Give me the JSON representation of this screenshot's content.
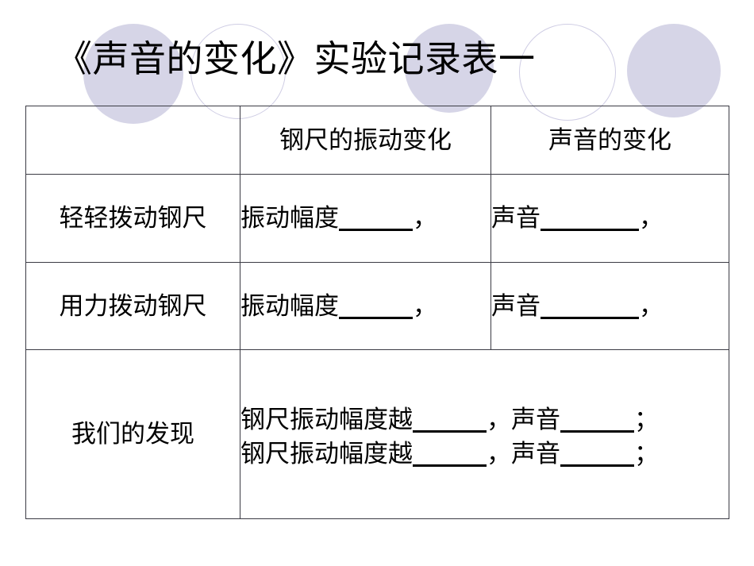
{
  "slide": {
    "title": "《声音的变化》实验记录表一",
    "background_color": "#ffffff",
    "accent_color": "#d6d5e7",
    "outline_color": "#cfcde4",
    "text_color": "#000000",
    "border_color": "#3b3b44"
  },
  "decorations": {
    "circles": [
      {
        "name": "circle-1",
        "style": "filled"
      },
      {
        "name": "circle-2",
        "style": "outline"
      },
      {
        "name": "circle-3",
        "style": "filled"
      },
      {
        "name": "circle-4",
        "style": "outline"
      },
      {
        "name": "circle-5",
        "style": "filled"
      }
    ]
  },
  "table": {
    "columns": [
      "",
      "钢尺的振动变化",
      "声音的变化"
    ],
    "rows": [
      {
        "label": "轻轻拨动钢尺",
        "cell_b_prefix": "振动幅度",
        "cell_b_blank": "　　　",
        "cell_b_suffix": "，",
        "cell_c_prefix": "声音",
        "cell_c_blank": "　　　　",
        "cell_c_suffix": "，"
      },
      {
        "label": "用力拨动钢尺",
        "cell_b_prefix": "振动幅度",
        "cell_b_blank": "　　　",
        "cell_b_suffix": "，",
        "cell_c_prefix": "声音",
        "cell_c_blank": "　　　　",
        "cell_c_suffix": "，"
      }
    ],
    "finding": {
      "label": "我们的发现",
      "line1_prefix": "钢尺振动幅度越",
      "line1_blank1": "　　　",
      "line1_mid": "，声音",
      "line1_blank2": "　　　",
      "line1_end": "；",
      "line2_prefix": "钢尺振动幅度越",
      "line2_blank1": "　　　",
      "line2_mid": "，声音",
      "line2_blank2": "　　　",
      "line2_end": "；"
    }
  }
}
